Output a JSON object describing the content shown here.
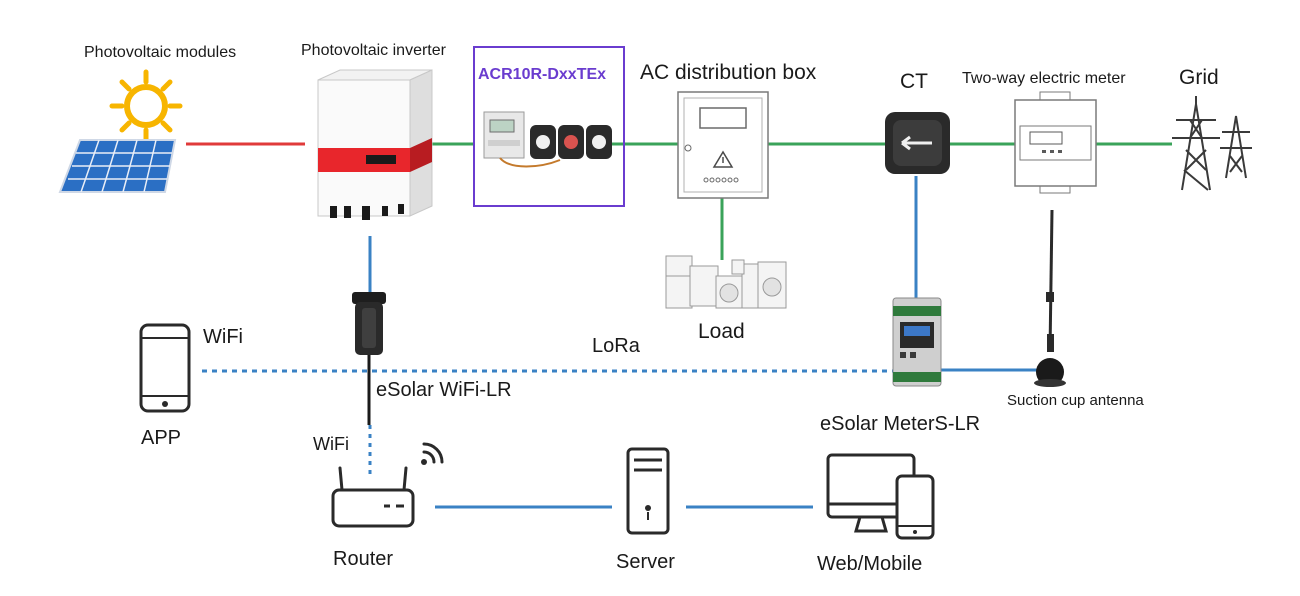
{
  "labels": {
    "pv_modules": "Photovoltaic modules",
    "pv_inverter": "Photovoltaic inverter",
    "acr_meter": "ACR10R-DxxTEx",
    "ac_box": "AC distribution box",
    "ct": "CT",
    "two_way_meter": "Two-way electric meter",
    "grid": "Grid",
    "wifi_app": "WiFi",
    "lora": "LoRa",
    "load": "Load",
    "esolar_wifi": "eSolar WiFi-LR",
    "suction_antenna": "Suction cup antenna",
    "app": "APP",
    "wifi_router": "WiFi",
    "esolar_meter": "eSolar MeterS-LR",
    "router": "Router",
    "server": "Server",
    "web_mobile": "Web/Mobile"
  },
  "colors": {
    "dc_line": "#e03a3a",
    "ac_line": "#3aa35a",
    "comm_line": "#3a82c4",
    "highlight_box": "#6a3ccf",
    "inverter_red": "#e8262c",
    "sun": "#f7b500",
    "panel": "#2b6fc4"
  },
  "icons": {
    "sun": "sun-icon",
    "solar_panel": "solar-panel-icon",
    "inverter": "inverter-icon",
    "meter_ct": "meter-with-ct-icon",
    "distribution_box": "distribution-box-icon",
    "ct_clamp": "ct-clamp-icon",
    "meter": "electric-meter-icon",
    "pylon": "power-pylon-icon",
    "appliances": "appliances-icon",
    "dongle": "wifi-dongle-icon",
    "din_meter": "din-rail-meter-icon",
    "antenna": "antenna-icon",
    "phone": "phone-icon",
    "router": "router-icon",
    "wifi_signal": "wifi-signal-icon",
    "server": "server-icon",
    "monitor": "monitor-icon"
  }
}
